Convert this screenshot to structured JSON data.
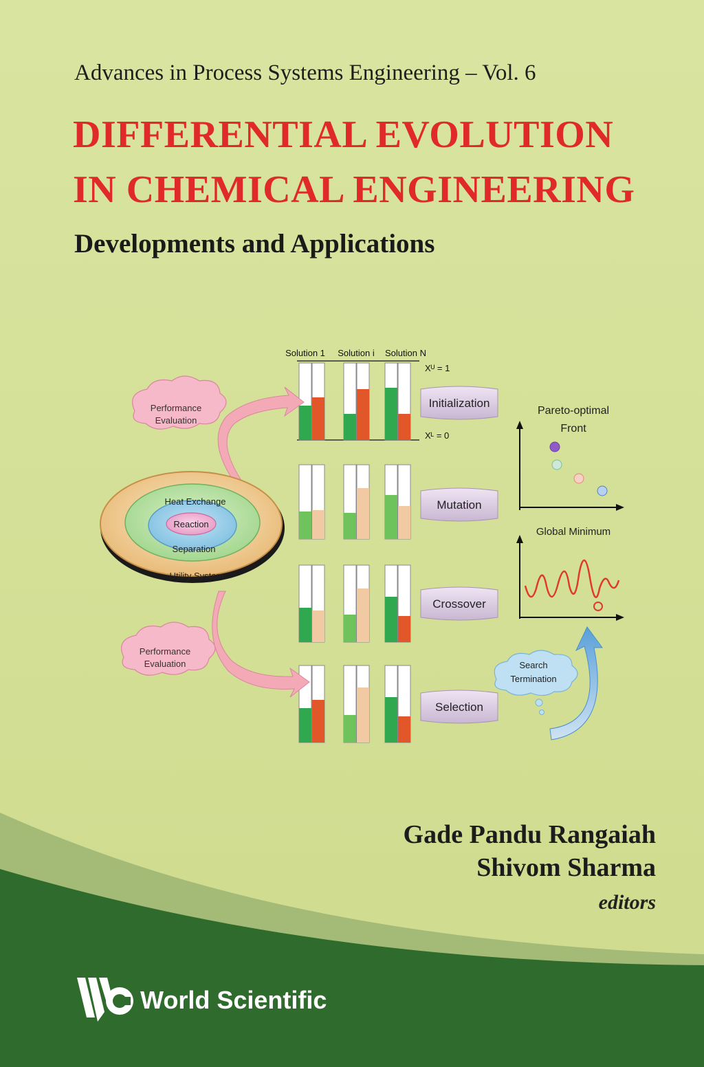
{
  "cover": {
    "series": "Advances in Process Systems Engineering – Vol. 6",
    "title_line1": "DIFFERENTIAL EVOLUTION",
    "title_line2": "IN CHEMICAL ENGINEERING",
    "subtitle": "Developments and Applications",
    "editors": [
      "Gade Pandu Rangaiah",
      "Shivom Sharma"
    ],
    "editors_role": "editors",
    "publisher": "World Scientific"
  },
  "figure": {
    "solution_headers": [
      "Solution 1",
      "Solution i",
      "Solution N"
    ],
    "upper_bound_label": "Xᵁ = 1",
    "lower_bound_label": "Xᴸ = 0",
    "steps": [
      "Initialization",
      "Mutation",
      "Crossover",
      "Selection"
    ],
    "performance_label_line1": "Performance",
    "performance_label_line2": "Evaluation",
    "rings": [
      "Heat Exchange",
      "Reaction",
      "Separation",
      "Utility System"
    ],
    "pareto_label_line1": "Pareto-optimal",
    "pareto_label_line2": "Front",
    "global_label": "Global Minimum",
    "search_label_line1": "Search",
    "search_label_line2": "Termination"
  },
  "colors": {
    "background": "#d6e29b",
    "title": "#e02a2a",
    "band_dark": "#2f6b2c",
    "band_light": "#9bb36e",
    "bar_green": "#2fa84f",
    "bar_orange": "#e2572a",
    "bar_tan": "#f1c9a3"
  }
}
